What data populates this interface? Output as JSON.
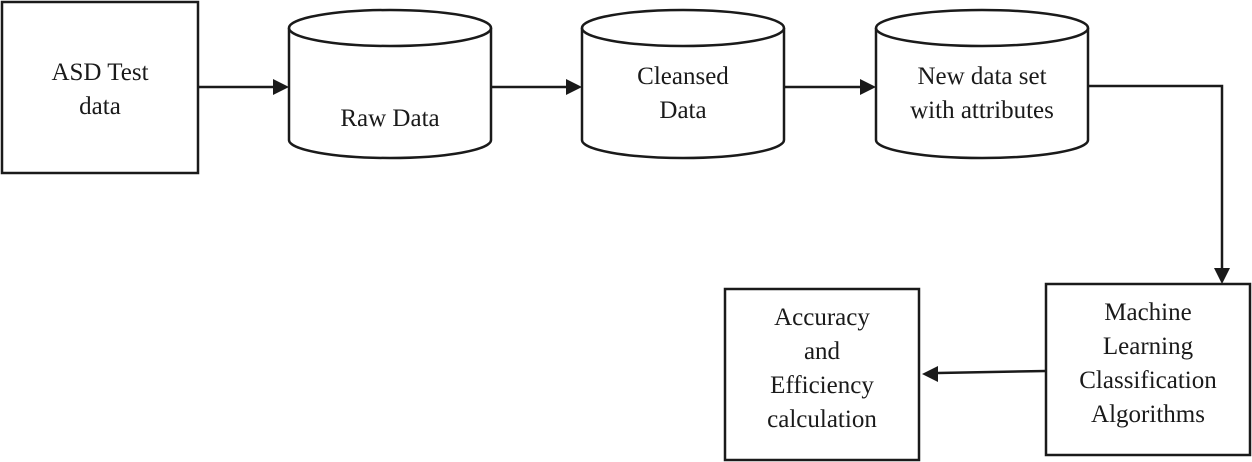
{
  "diagram": {
    "nodes": {
      "asd_test_data": {
        "shape": "rectangle",
        "lines": [
          "ASD Test",
          "data"
        ]
      },
      "raw_data": {
        "shape": "cylinder",
        "lines": [
          "Raw Data"
        ]
      },
      "cleansed_data": {
        "shape": "cylinder",
        "lines": [
          "Cleansed",
          "Data"
        ]
      },
      "new_data_set": {
        "shape": "cylinder",
        "lines": [
          "New data set",
          "with attributes"
        ]
      },
      "ml_algorithms": {
        "shape": "rectangle",
        "lines": [
          "Machine",
          "Learning",
          "Classification",
          "Algorithms"
        ]
      },
      "accuracy_calc": {
        "shape": "rectangle",
        "lines": [
          "Accuracy",
          "and",
          "Efficiency",
          "calculation"
        ]
      }
    },
    "edges": [
      {
        "from": "asd_test_data",
        "to": "raw_data"
      },
      {
        "from": "raw_data",
        "to": "cleansed_data"
      },
      {
        "from": "cleansed_data",
        "to": "new_data_set"
      },
      {
        "from": "new_data_set",
        "to": "ml_algorithms"
      },
      {
        "from": "ml_algorithms",
        "to": "accuracy_calc"
      }
    ]
  }
}
